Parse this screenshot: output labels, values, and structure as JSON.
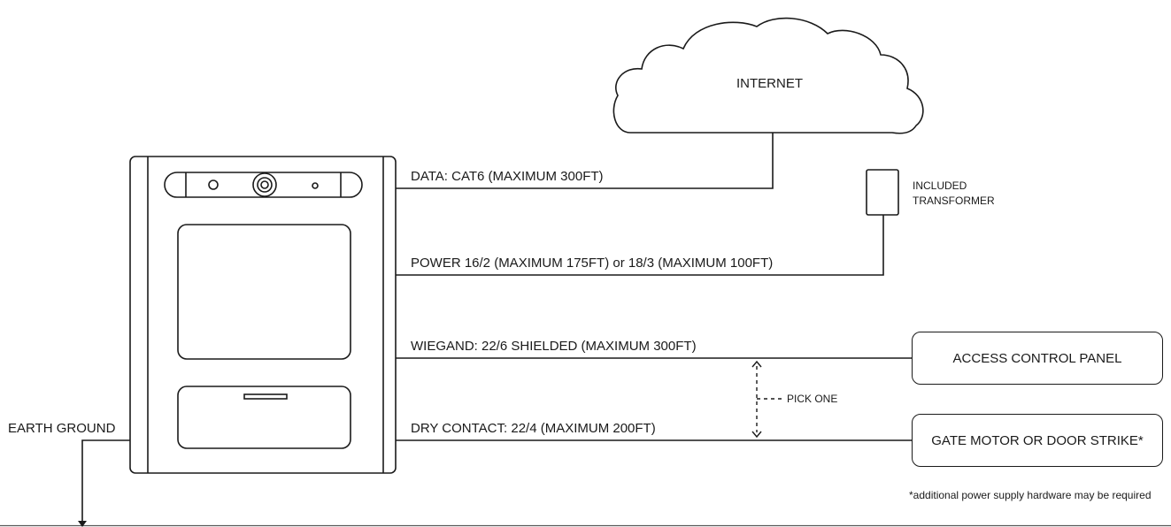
{
  "labels": {
    "internet": "INTERNET",
    "data": "DATA: CAT6 (MAXIMUM 300FT)",
    "transformer_line1": "INCLUDED",
    "transformer_line2": "TRANSFORMER",
    "power": "POWER 16/2 (MAXIMUM 175FT) or 18/3 (MAXIMUM 100FT)",
    "wiegand": "WIEGAND: 22/6 SHIELDED (MAXIMUM 300FT)",
    "dry_contact": "DRY CONTACT: 22/4 (MAXIMUM 200FT)",
    "pick_one": "PICK ONE",
    "earth_ground": "EARTH GROUND",
    "access_control_panel": "ACCESS CONTROL PANEL",
    "gate_motor": "GATE MOTOR OR DOOR STRIKE*",
    "footnote": "*additional power supply hardware may be required"
  },
  "colors": {
    "line": "#1a1a1a",
    "background": "#ffffff"
  }
}
